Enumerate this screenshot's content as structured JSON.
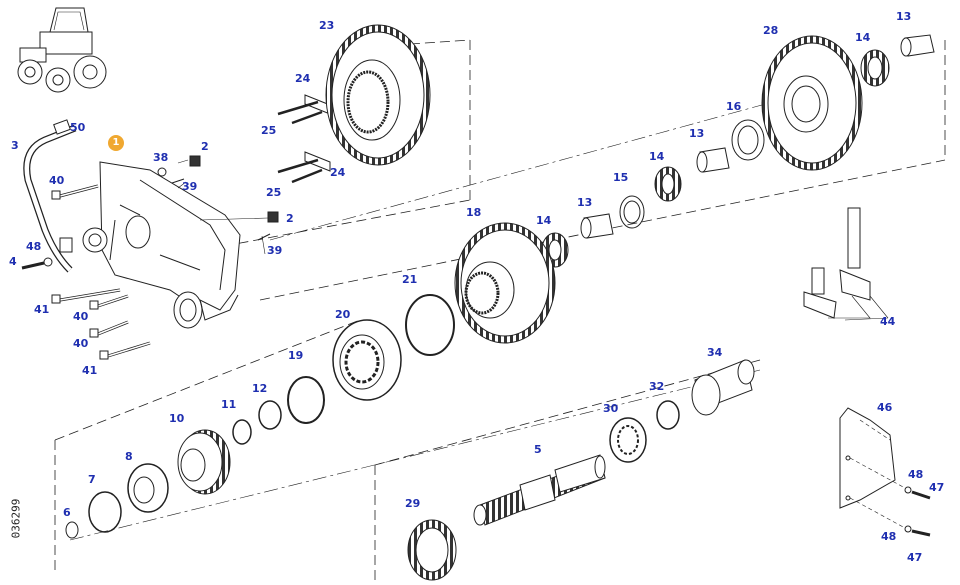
{
  "diagram": {
    "id_code": "036299",
    "badge": "1",
    "colors": {
      "callout": "#1f2fb0",
      "badge": "#f0a830",
      "line": "#222222"
    },
    "callouts": [
      {
        "key": "c23",
        "text": "23"
      },
      {
        "key": "c24a",
        "text": "24"
      },
      {
        "key": "c25a",
        "text": "25"
      },
      {
        "key": "c24b",
        "text": "24"
      },
      {
        "key": "c25b",
        "text": "25"
      },
      {
        "key": "c50",
        "text": "50"
      },
      {
        "key": "c3",
        "text": "3"
      },
      {
        "key": "c38",
        "text": "38"
      },
      {
        "key": "c2a",
        "text": "2"
      },
      {
        "key": "c39a",
        "text": "39"
      },
      {
        "key": "c40a",
        "text": "40"
      },
      {
        "key": "c2b",
        "text": "2"
      },
      {
        "key": "c39b",
        "text": "39"
      },
      {
        "key": "c48a",
        "text": "48"
      },
      {
        "key": "c4",
        "text": "4"
      },
      {
        "key": "c41a",
        "text": "41"
      },
      {
        "key": "c40b",
        "text": "40"
      },
      {
        "key": "c40c",
        "text": "40"
      },
      {
        "key": "c41b",
        "text": "41"
      },
      {
        "key": "c28",
        "text": "28"
      },
      {
        "key": "c13a",
        "text": "13"
      },
      {
        "key": "c14a",
        "text": "14"
      },
      {
        "key": "c16",
        "text": "16"
      },
      {
        "key": "c13b",
        "text": "13"
      },
      {
        "key": "c14b",
        "text": "14"
      },
      {
        "key": "c15",
        "text": "15"
      },
      {
        "key": "c13c",
        "text": "13"
      },
      {
        "key": "c14c",
        "text": "14"
      },
      {
        "key": "c18",
        "text": "18"
      },
      {
        "key": "c21",
        "text": "21"
      },
      {
        "key": "c20",
        "text": "20"
      },
      {
        "key": "c19",
        "text": "19"
      },
      {
        "key": "c12",
        "text": "12"
      },
      {
        "key": "c11",
        "text": "11"
      },
      {
        "key": "c10",
        "text": "10"
      },
      {
        "key": "c8",
        "text": "8"
      },
      {
        "key": "c7",
        "text": "7"
      },
      {
        "key": "c6",
        "text": "6"
      },
      {
        "key": "c44",
        "text": "44"
      },
      {
        "key": "c34",
        "text": "34"
      },
      {
        "key": "c32",
        "text": "32"
      },
      {
        "key": "c30",
        "text": "30"
      },
      {
        "key": "c5",
        "text": "5"
      },
      {
        "key": "c29",
        "text": "29"
      },
      {
        "key": "c46",
        "text": "46"
      },
      {
        "key": "c48b",
        "text": "48"
      },
      {
        "key": "c47a",
        "text": "47"
      },
      {
        "key": "c48c",
        "text": "48"
      },
      {
        "key": "c47b",
        "text": "47"
      }
    ]
  }
}
